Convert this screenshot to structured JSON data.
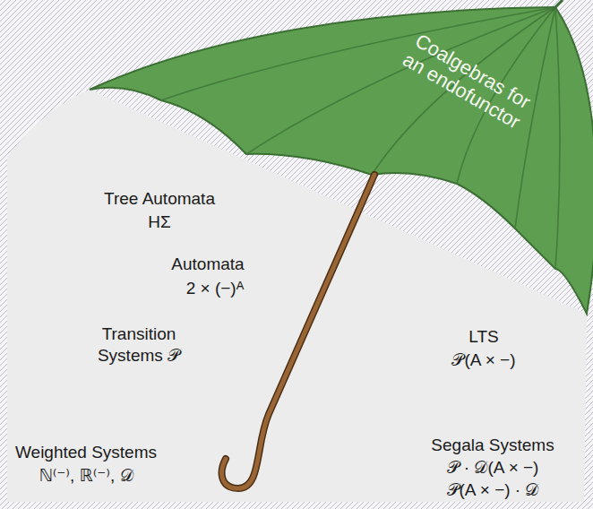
{
  "diagram": {
    "nodes": [
      {
        "text": [
          "Coalgebras for an endofunctor"
        ]
      }
    ],
    "labels": [
      "Tree Automata",
      "HΣ",
      "Automata",
      "2 × (−)ᴬ",
      "Transition Systems 𝒫",
      "LTS",
      "𝒫(A × −)",
      "Weighted Systems",
      "ℕ⁽⁻⁾, ℝ⁽⁻⁾, 𝒟",
      "Segala Systems",
      "𝒫 · 𝒟(A × −)",
      "𝒫(A × −) · 𝒟"
    ]
  }
}
